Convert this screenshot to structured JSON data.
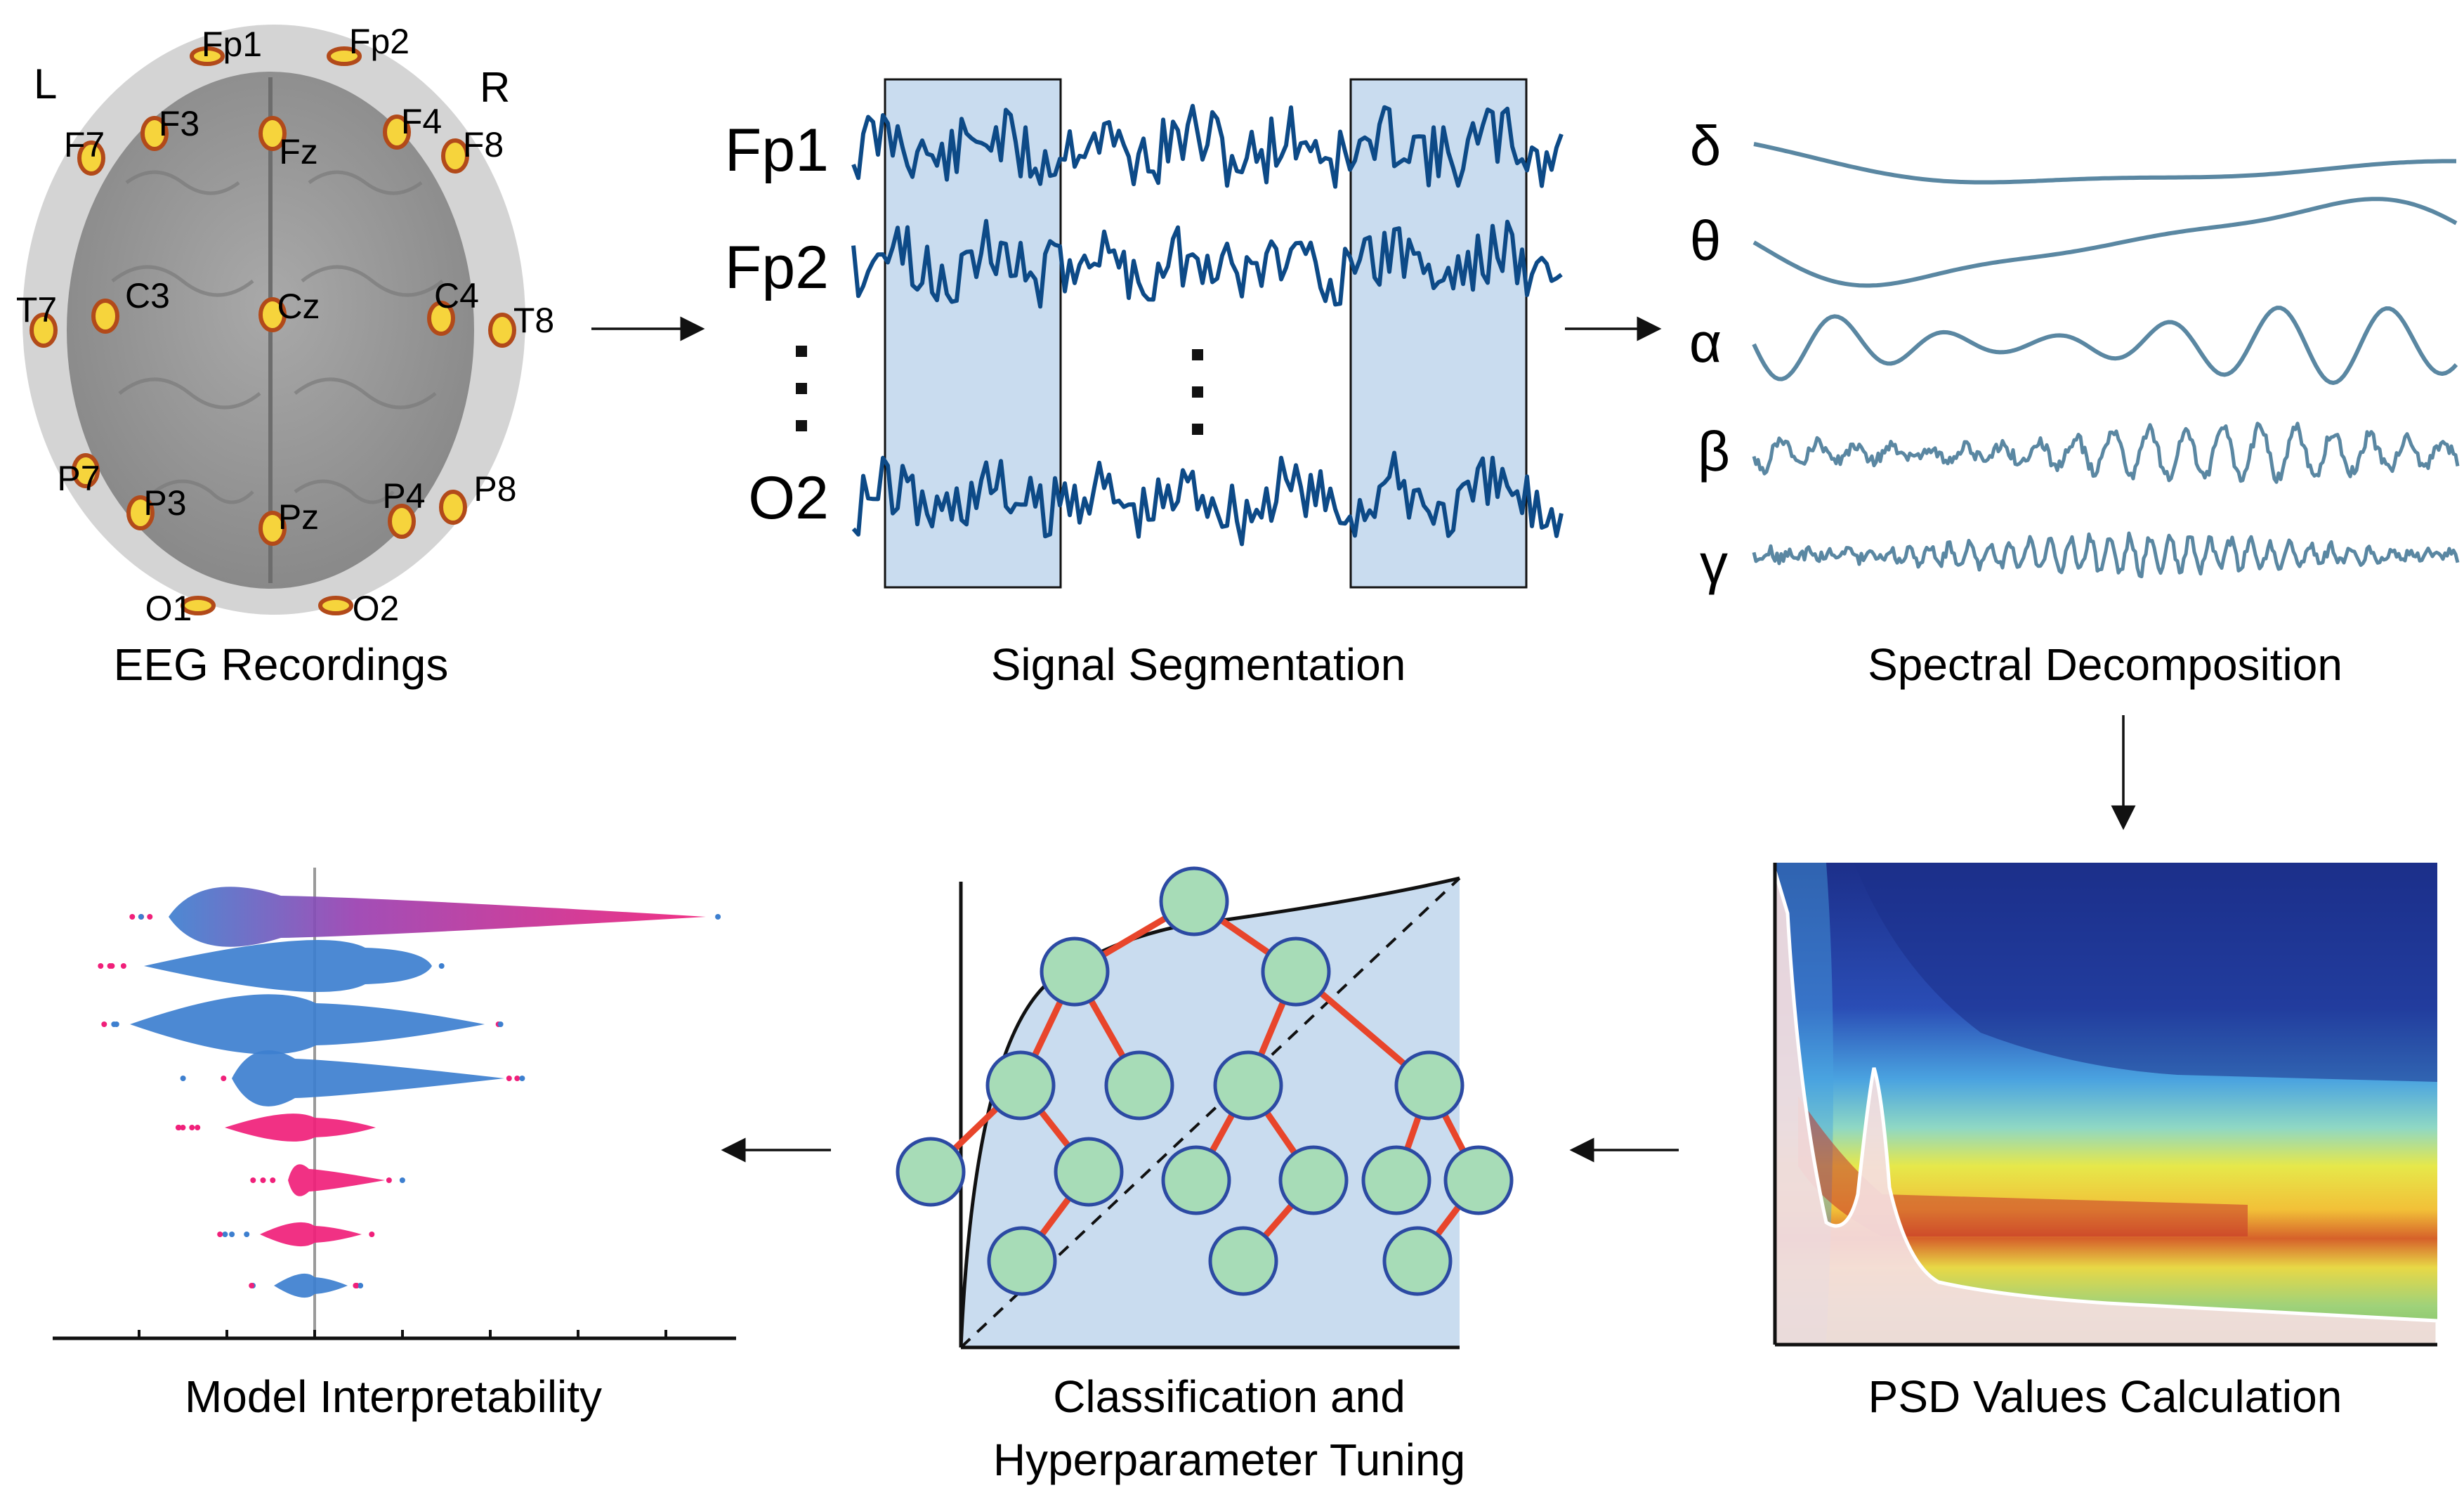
{
  "eeg": {
    "hemisphere_left": "L",
    "hemisphere_right": "R",
    "electrodes": [
      "Fp1",
      "Fp2",
      "F7",
      "F3",
      "Fz",
      "F4",
      "F8",
      "T7",
      "C3",
      "Cz",
      "C4",
      "T8",
      "P7",
      "P3",
      "Pz",
      "P4",
      "P8",
      "O1",
      "O2"
    ],
    "caption": "EEG Recordings"
  },
  "segmentation": {
    "channels": [
      "Fp1",
      "Fp2",
      "O2"
    ],
    "ellipsis": "⋮",
    "caption": "Signal Segmentation"
  },
  "decomposition": {
    "bands": [
      "δ",
      "θ",
      "α",
      "β",
      "γ"
    ],
    "caption": "Spectral Decomposition"
  },
  "psd": {
    "caption": "PSD Values Calculation"
  },
  "classification": {
    "caption_line1": "Classification and",
    "caption_line2": "Hyperparameter Tuning"
  },
  "interpretability": {
    "caption": "Model Interpretability"
  },
  "colors": {
    "signal": "#0d4a87",
    "segment_fill": "#c9dcef",
    "band_wave": "#5a87a2",
    "electrode_fill": "#f6d43c",
    "electrode_ring": "#b24a1a",
    "tree_node": "#a7dcb7",
    "tree_node_border": "#2c4aa3",
    "tree_edge": "#e8452b",
    "shap_pink": "#f0207a",
    "shap_blue": "#3d7fcf"
  }
}
